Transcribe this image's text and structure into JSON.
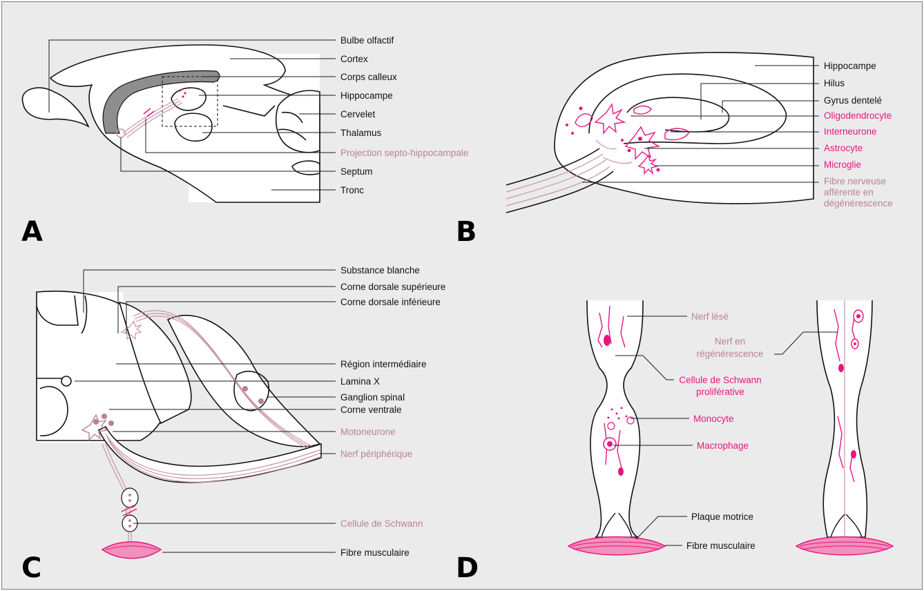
{
  "panels": [
    "A",
    "B",
    "C",
    "D"
  ],
  "colors": {
    "black_label": "#111111",
    "magenta_label": "#e6157e",
    "mauve_label": "#b8828f",
    "background": "#ebebeb"
  },
  "panel_a": {
    "labels": [
      "Bulbe olfactif",
      "Cortex",
      "Corps calleux",
      "Hippocampe",
      "Cervelet",
      "Thalamus",
      "Projection septo-hippocampale",
      "Septum",
      "Tronc"
    ]
  },
  "panel_b": {
    "labels": [
      "Hippocampe",
      "Hilus",
      "Gyrus dentelé",
      "Oligodendrocyte",
      "Interneurone",
      "Astrocyte",
      "Microglie",
      "Fibre nerveuse",
      "afférente en",
      "dégénérescence"
    ]
  },
  "panel_c": {
    "labels": [
      "Substance blanche",
      "Corne dorsale supérieure",
      "Corne dorsale inférieure",
      "Région intermédiaire",
      "Lamina X",
      "Ganglion spinal",
      "Corne ventrale",
      "Motoneurone",
      "Nerf périphérique",
      "Cellule de Schwann",
      "Fibre musculaire"
    ]
  },
  "panel_d": {
    "labels": [
      "Nerf lésé",
      "Nerf en",
      "régénérescence",
      "Cellule de Schwann",
      "proliférative",
      "Monocyte",
      "Macrophage",
      "Plaque motrice",
      "Fibre musculaire"
    ]
  }
}
